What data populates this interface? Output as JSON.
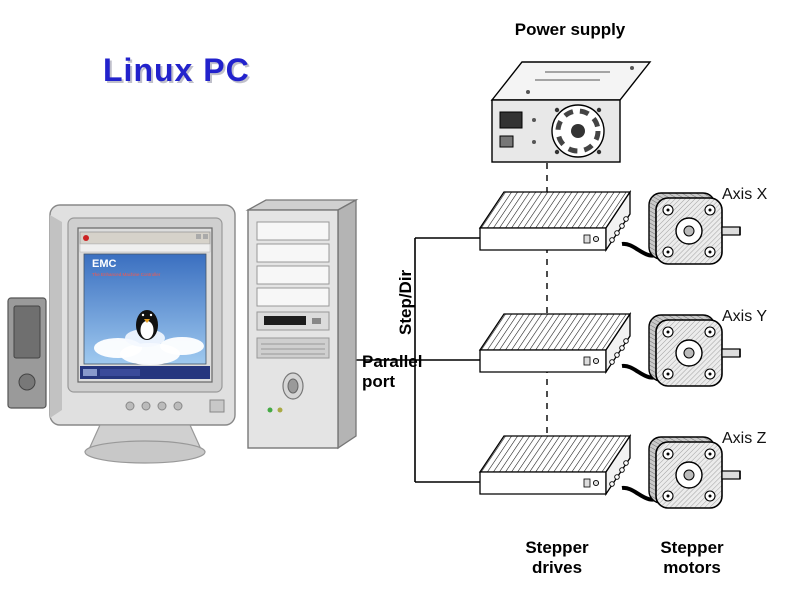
{
  "title": {
    "text": "Linux PC",
    "color": "#2222cc"
  },
  "labels": {
    "power_supply": "Power supply",
    "step_dir": "Step/Dir",
    "parallel_port": "Parallel port",
    "stepper_drives": "Stepper drives",
    "stepper_motors": "Stepper motors"
  },
  "axis_labels": [
    "Axis X",
    "Axis Y",
    "Axis Z"
  ],
  "monitor_screen": {
    "app_title": "EMC",
    "app_subtitle": "The Enhanced Machine Controller"
  },
  "colors": {
    "title_blue": "#2222cc",
    "line_black": "#000000",
    "screen_sky": "#4a8fd4"
  }
}
